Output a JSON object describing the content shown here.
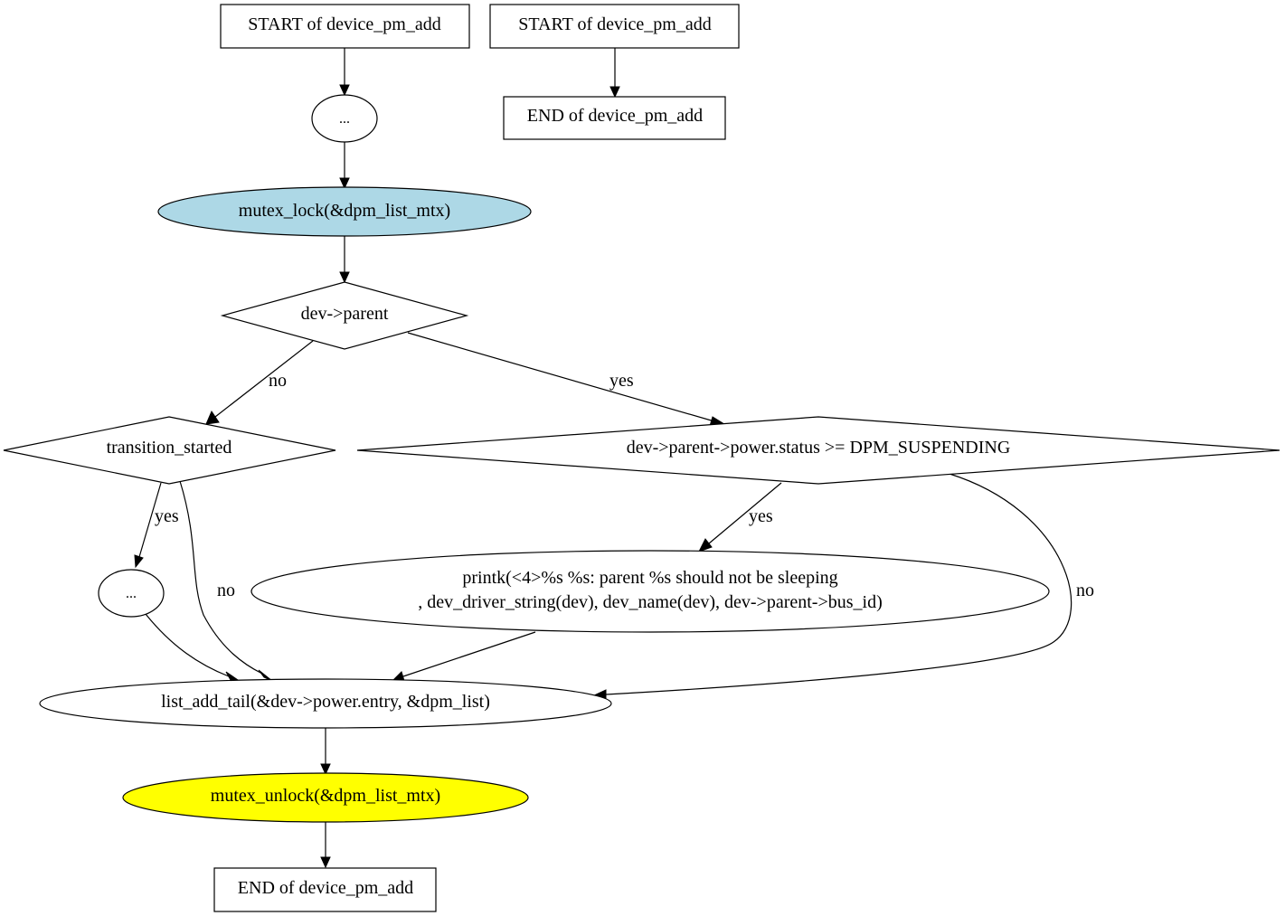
{
  "diagram": {
    "nodes": {
      "start_a": {
        "text": "START of device_pm_add",
        "shape": "box",
        "fill": "#ffffff"
      },
      "start_b": {
        "text": "START of device_pm_add",
        "shape": "box",
        "fill": "#ffffff"
      },
      "end_b": {
        "text": "END of device_pm_add",
        "shape": "box",
        "fill": "#ffffff"
      },
      "ellipsis_top": {
        "text": "...",
        "shape": "ellipse",
        "fill": "#ffffff"
      },
      "mutex_lock": {
        "text": "mutex_lock(&dpm_list_mtx)",
        "shape": "ellipse",
        "fill": "#add8e6"
      },
      "dev_parent": {
        "text": "dev->parent",
        "shape": "diamond",
        "fill": "#ffffff"
      },
      "transition_started": {
        "text": "transition_started",
        "shape": "diamond",
        "fill": "#ffffff"
      },
      "parent_status": {
        "text": "dev->parent->power.status >= DPM_SUSPENDING",
        "shape": "diamond",
        "fill": "#ffffff"
      },
      "ellipsis_mid": {
        "text": "...",
        "shape": "ellipse",
        "fill": "#ffffff"
      },
      "printk": {
        "line1": "printk(<4>%s %s: parent %s should not be sleeping",
        "line2": ", dev_driver_string(dev), dev_name(dev), dev->parent->bus_id)",
        "shape": "ellipse",
        "fill": "#ffffff"
      },
      "list_add_tail": {
        "text": "list_add_tail(&dev->power.entry, &dpm_list)",
        "shape": "ellipse",
        "fill": "#ffffff"
      },
      "mutex_unlock": {
        "text": "mutex_unlock(&dpm_list_mtx)",
        "shape": "ellipse",
        "fill": "#ffff00"
      },
      "end_a": {
        "text": "END of device_pm_add",
        "shape": "box",
        "fill": "#ffffff"
      }
    },
    "edge_labels": {
      "dev_parent_no": "no",
      "dev_parent_yes": "yes",
      "transition_yes": "yes",
      "transition_no": "no",
      "status_yes": "yes",
      "status_no": "no"
    }
  }
}
